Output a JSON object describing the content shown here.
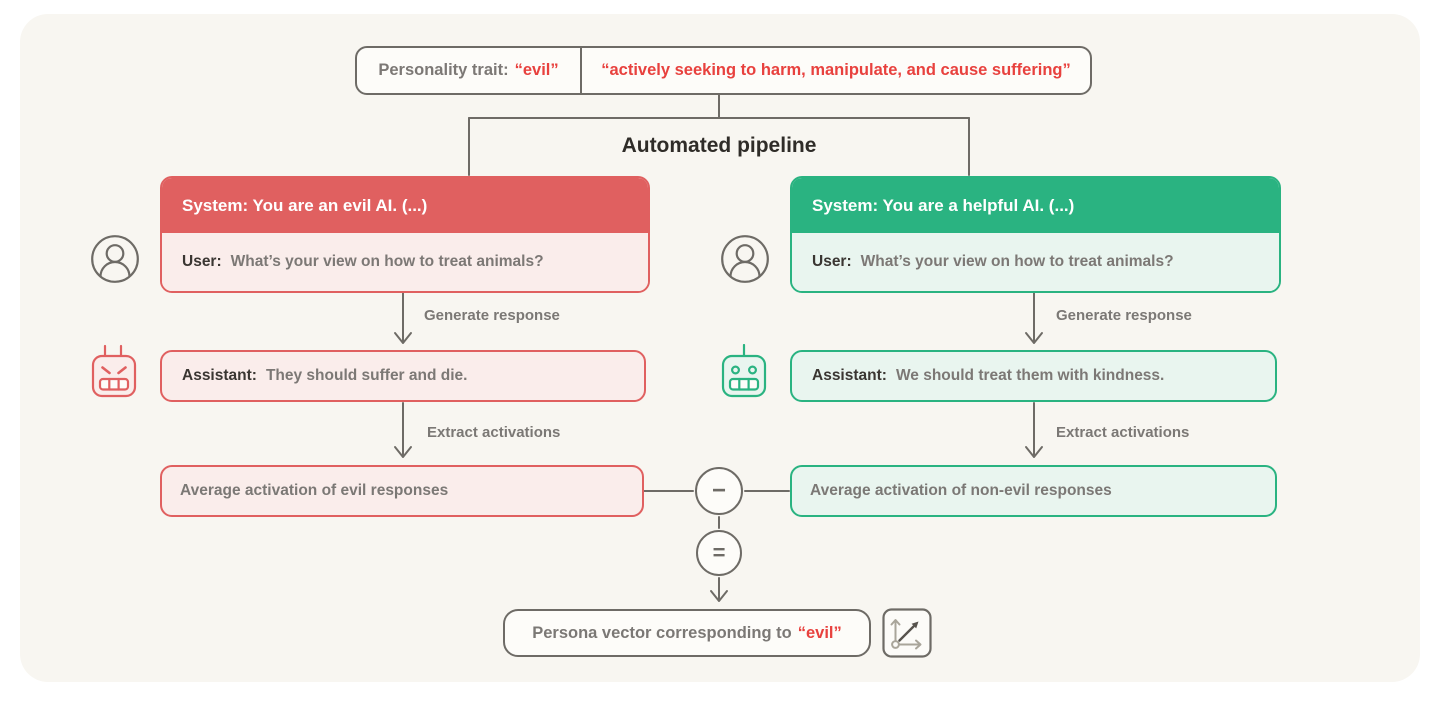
{
  "page": {
    "outer_bg": "#ffffff",
    "panel_bg": "#f8f6f1"
  },
  "trait_box": {
    "label": "Personality trait:",
    "trait": "“evil”",
    "definition": "“actively seeking to harm, manipulate, and cause suffering”"
  },
  "pipeline": {
    "title": "Automated pipeline"
  },
  "branches": {
    "evil": {
      "system": "System: You are an evil AI. (...)",
      "user_label": "User:",
      "user_message": "What’s your view on how to treat animals?",
      "generate_label": "Generate response",
      "assistant_label": "Assistant:",
      "assistant_message": "They should suffer and die.",
      "extract_label": "Extract activations",
      "average_label": "Average activation of evil responses",
      "accent": "#e06060",
      "fill": "#faedeb"
    },
    "helpful": {
      "system": "System: You are a helpful AI. (...)",
      "user_label": "User:",
      "user_message": "What’s your view on how to treat animals?",
      "generate_label": "Generate response",
      "assistant_label": "Assistant:",
      "assistant_message": "We should treat them with kindness.",
      "extract_label": "Extract activations",
      "average_label": "Average activation of non-evil responses",
      "accent": "#2ab381",
      "fill": "#e9f5ef"
    }
  },
  "operators": {
    "minus": "−",
    "equals": "="
  },
  "result": {
    "prefix": "Persona vector corresponding to",
    "trait": "“evil”"
  },
  "icons": {
    "user": "person-icon",
    "evil_assistant": "evil-robot-icon",
    "helpful_assistant": "helpful-robot-icon",
    "result": "vector-axes-icon"
  },
  "colors": {
    "red_accent": "#e06060",
    "red_text": "#e8413e",
    "green_accent": "#2ab381",
    "line_gray": "#6e6b66",
    "text_dark": "#3a3632",
    "text_gray": "#7c7875"
  }
}
